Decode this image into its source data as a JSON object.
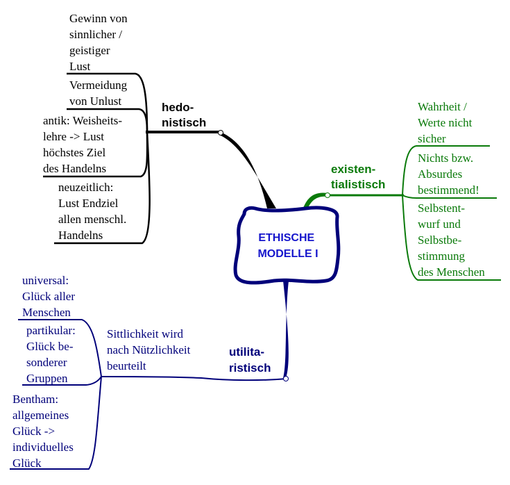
{
  "colors": {
    "black": "#000000",
    "green": "#0a7a0a",
    "navy": "#00007a",
    "central_text": "#1515cc"
  },
  "central": {
    "line1": "ETHISCHE",
    "line2": "MODELLE I"
  },
  "branches": {
    "hedonistisch": {
      "label": [
        "hedo-",
        "nistisch"
      ],
      "leaves": [
        [
          "Gewinn von",
          "sinnlicher /",
          "geistiger",
          "Lust"
        ],
        [
          "Vermeidung",
          "von Unlust"
        ],
        [
          "antik: Weisheits-",
          "lehre -> Lust",
          "höchstes Ziel",
          "des Handelns"
        ],
        [
          "neuzeitlich:",
          "Lust Endziel",
          "allen menschl.",
          "Handelns"
        ]
      ]
    },
    "existentialistisch": {
      "label": [
        "existen-",
        "tialistisch"
      ],
      "leaves": [
        [
          "Wahrheit /",
          "Werte nicht",
          "sicher"
        ],
        [
          "Nichts bzw.",
          "Absurdes",
          "bestimmend!"
        ],
        [
          "Selbstent-",
          "wurf und",
          "Selbstbe-",
          "stimmung",
          "des Menschen"
        ]
      ]
    },
    "utilitaristisch": {
      "label": [
        "utilita-",
        "ristisch"
      ],
      "note": [
        "Sittlichkeit wird",
        "nach Nützlichkeit",
        "beurteilt"
      ],
      "leaves": [
        [
          "universal:",
          "Glück aller",
          "Menschen"
        ],
        [
          "partikular:",
          "Glück be-",
          "sonderer",
          "Gruppen"
        ],
        [
          "Bentham:",
          "allgemeines",
          "Glück ->",
          "individuelles",
          "Glück"
        ]
      ]
    }
  }
}
